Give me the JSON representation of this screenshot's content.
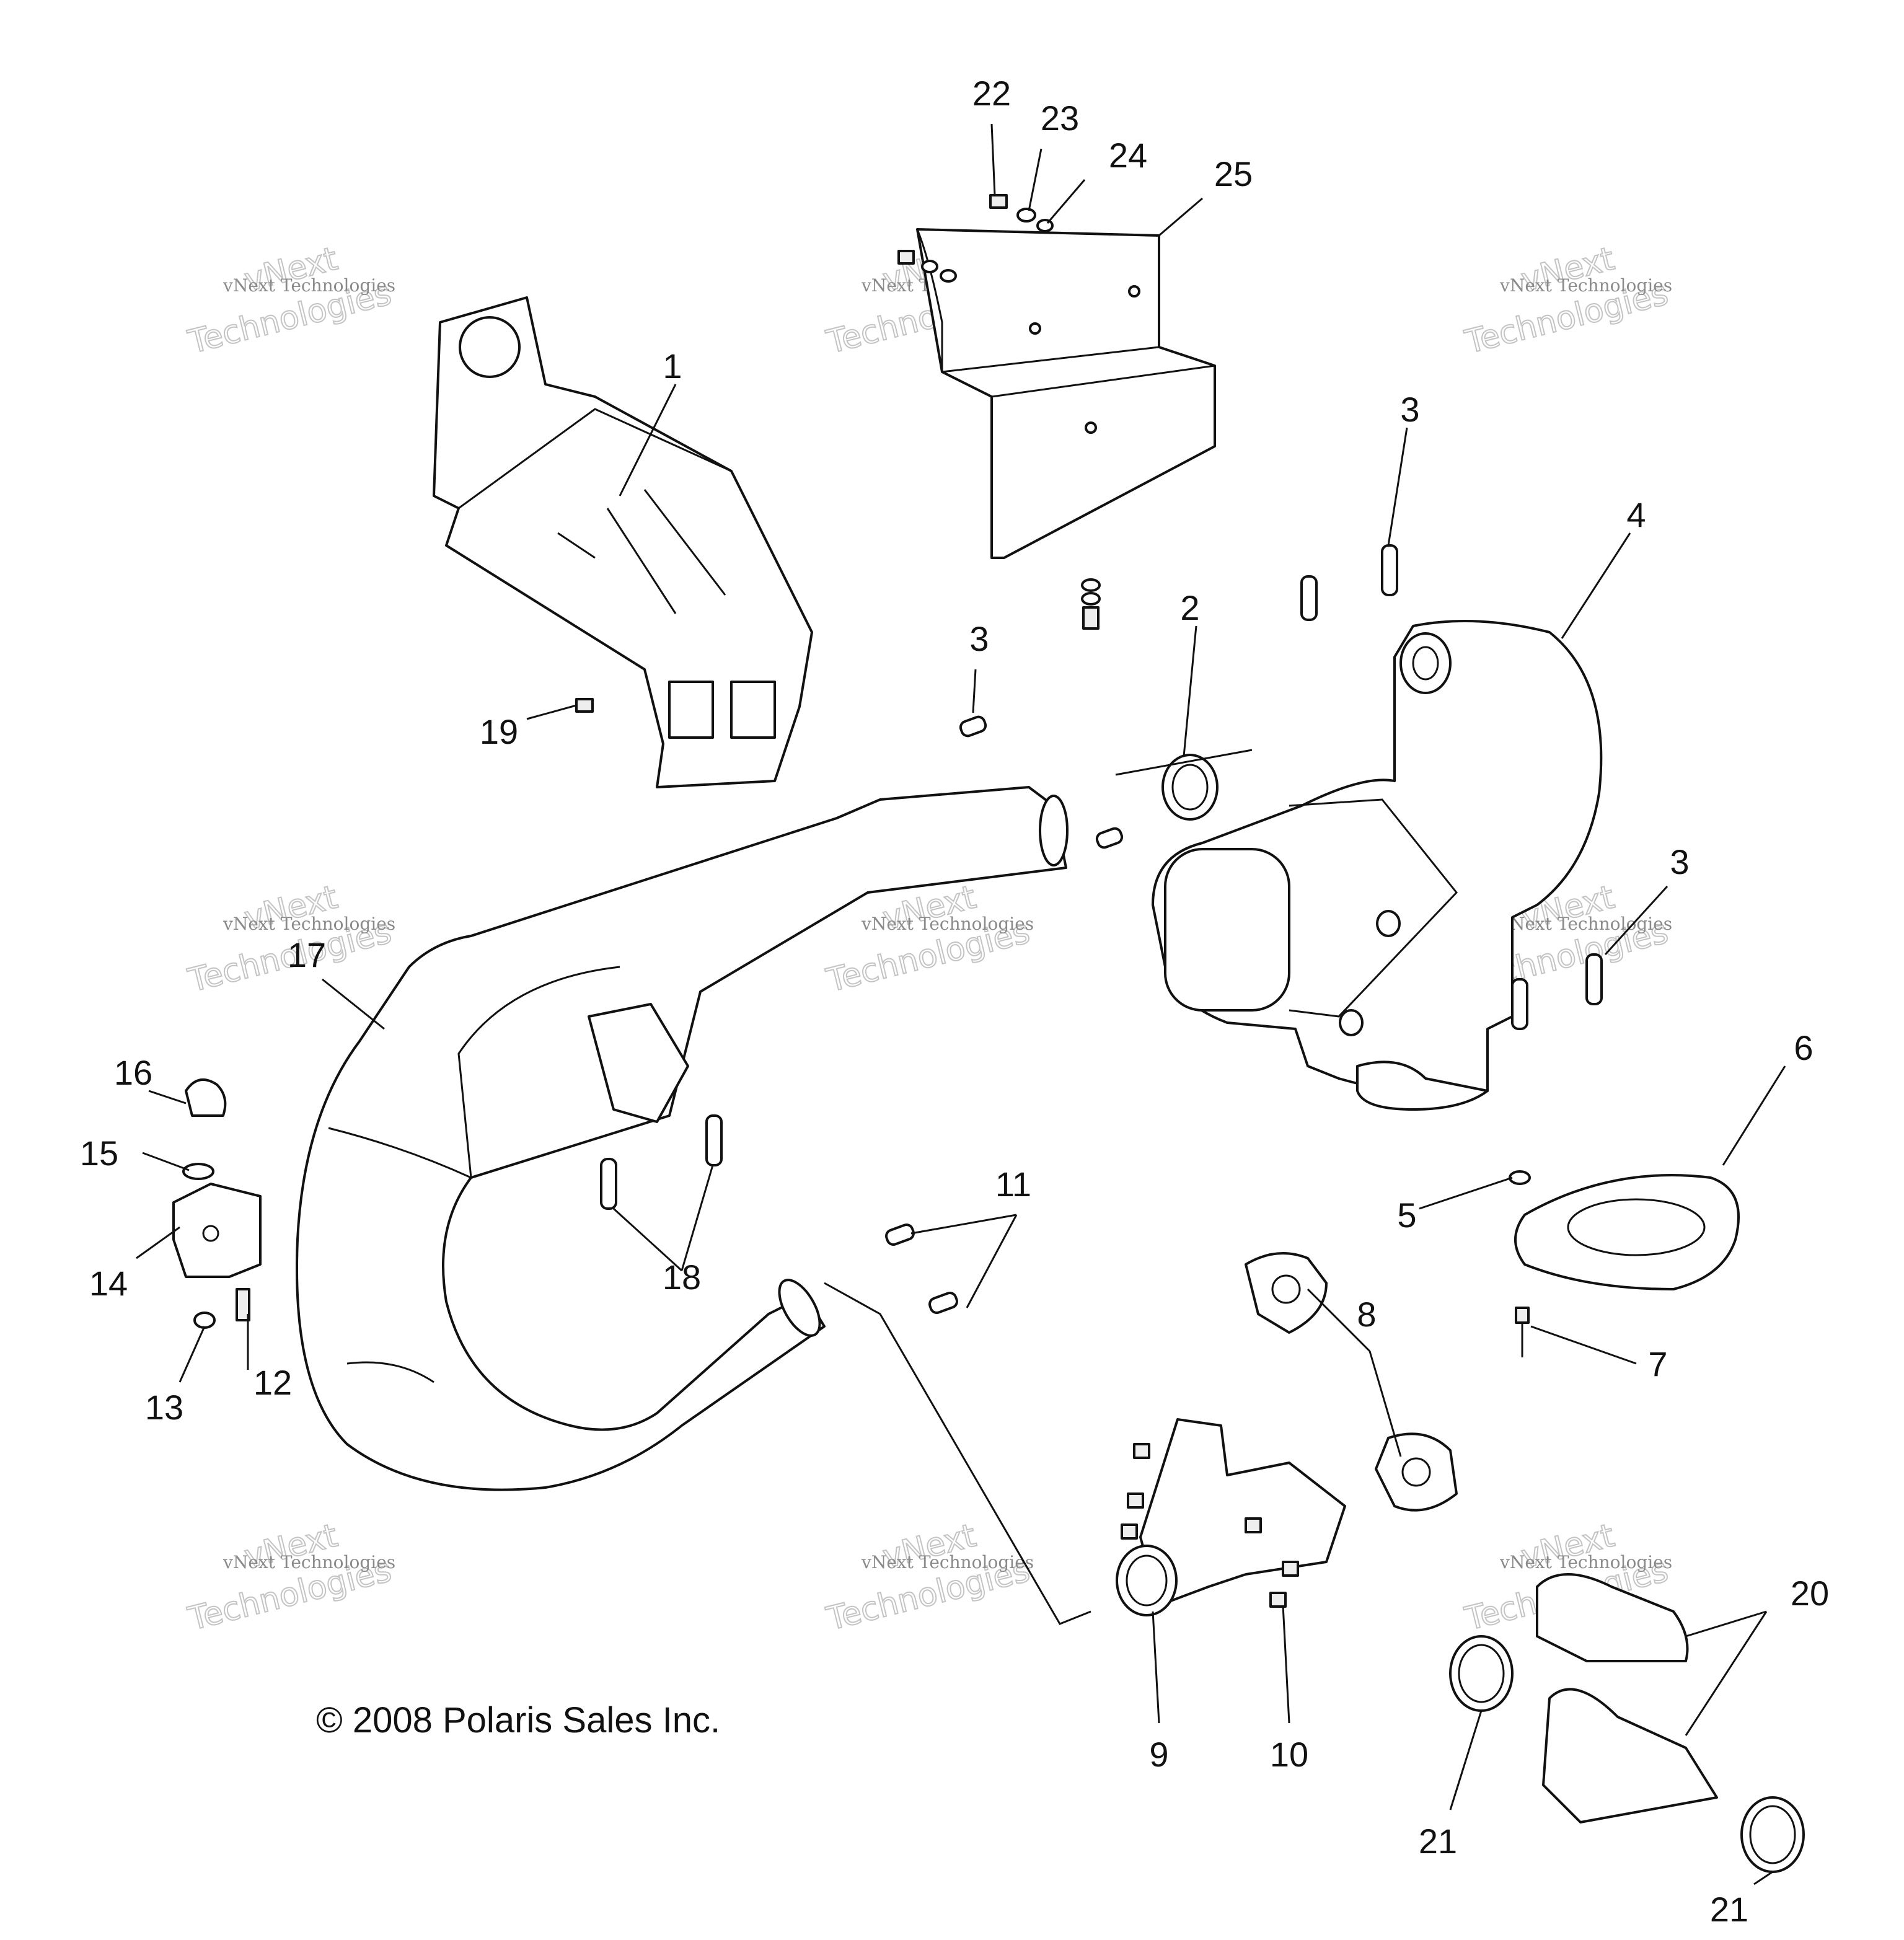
{
  "callouts": [
    {
      "n": "1"
    },
    {
      "n": "2"
    },
    {
      "n": "3"
    },
    {
      "n": "3"
    },
    {
      "n": "3"
    },
    {
      "n": "4"
    },
    {
      "n": "5"
    },
    {
      "n": "6"
    },
    {
      "n": "7"
    },
    {
      "n": "8"
    },
    {
      "n": "9"
    },
    {
      "n": "10"
    },
    {
      "n": "11"
    },
    {
      "n": "12"
    },
    {
      "n": "13"
    },
    {
      "n": "14"
    },
    {
      "n": "15"
    },
    {
      "n": "16"
    },
    {
      "n": "17"
    },
    {
      "n": "18"
    },
    {
      "n": "19"
    },
    {
      "n": "20"
    },
    {
      "n": "21"
    },
    {
      "n": "21"
    },
    {
      "n": "22"
    },
    {
      "n": "23"
    },
    {
      "n": "24"
    },
    {
      "n": "25"
    }
  ],
  "watermark": {
    "line1": "vNext Technologies",
    "line2": "vNext",
    "line3": "Technologies"
  },
  "copyright": "© 2008 Polaris Sales Inc."
}
